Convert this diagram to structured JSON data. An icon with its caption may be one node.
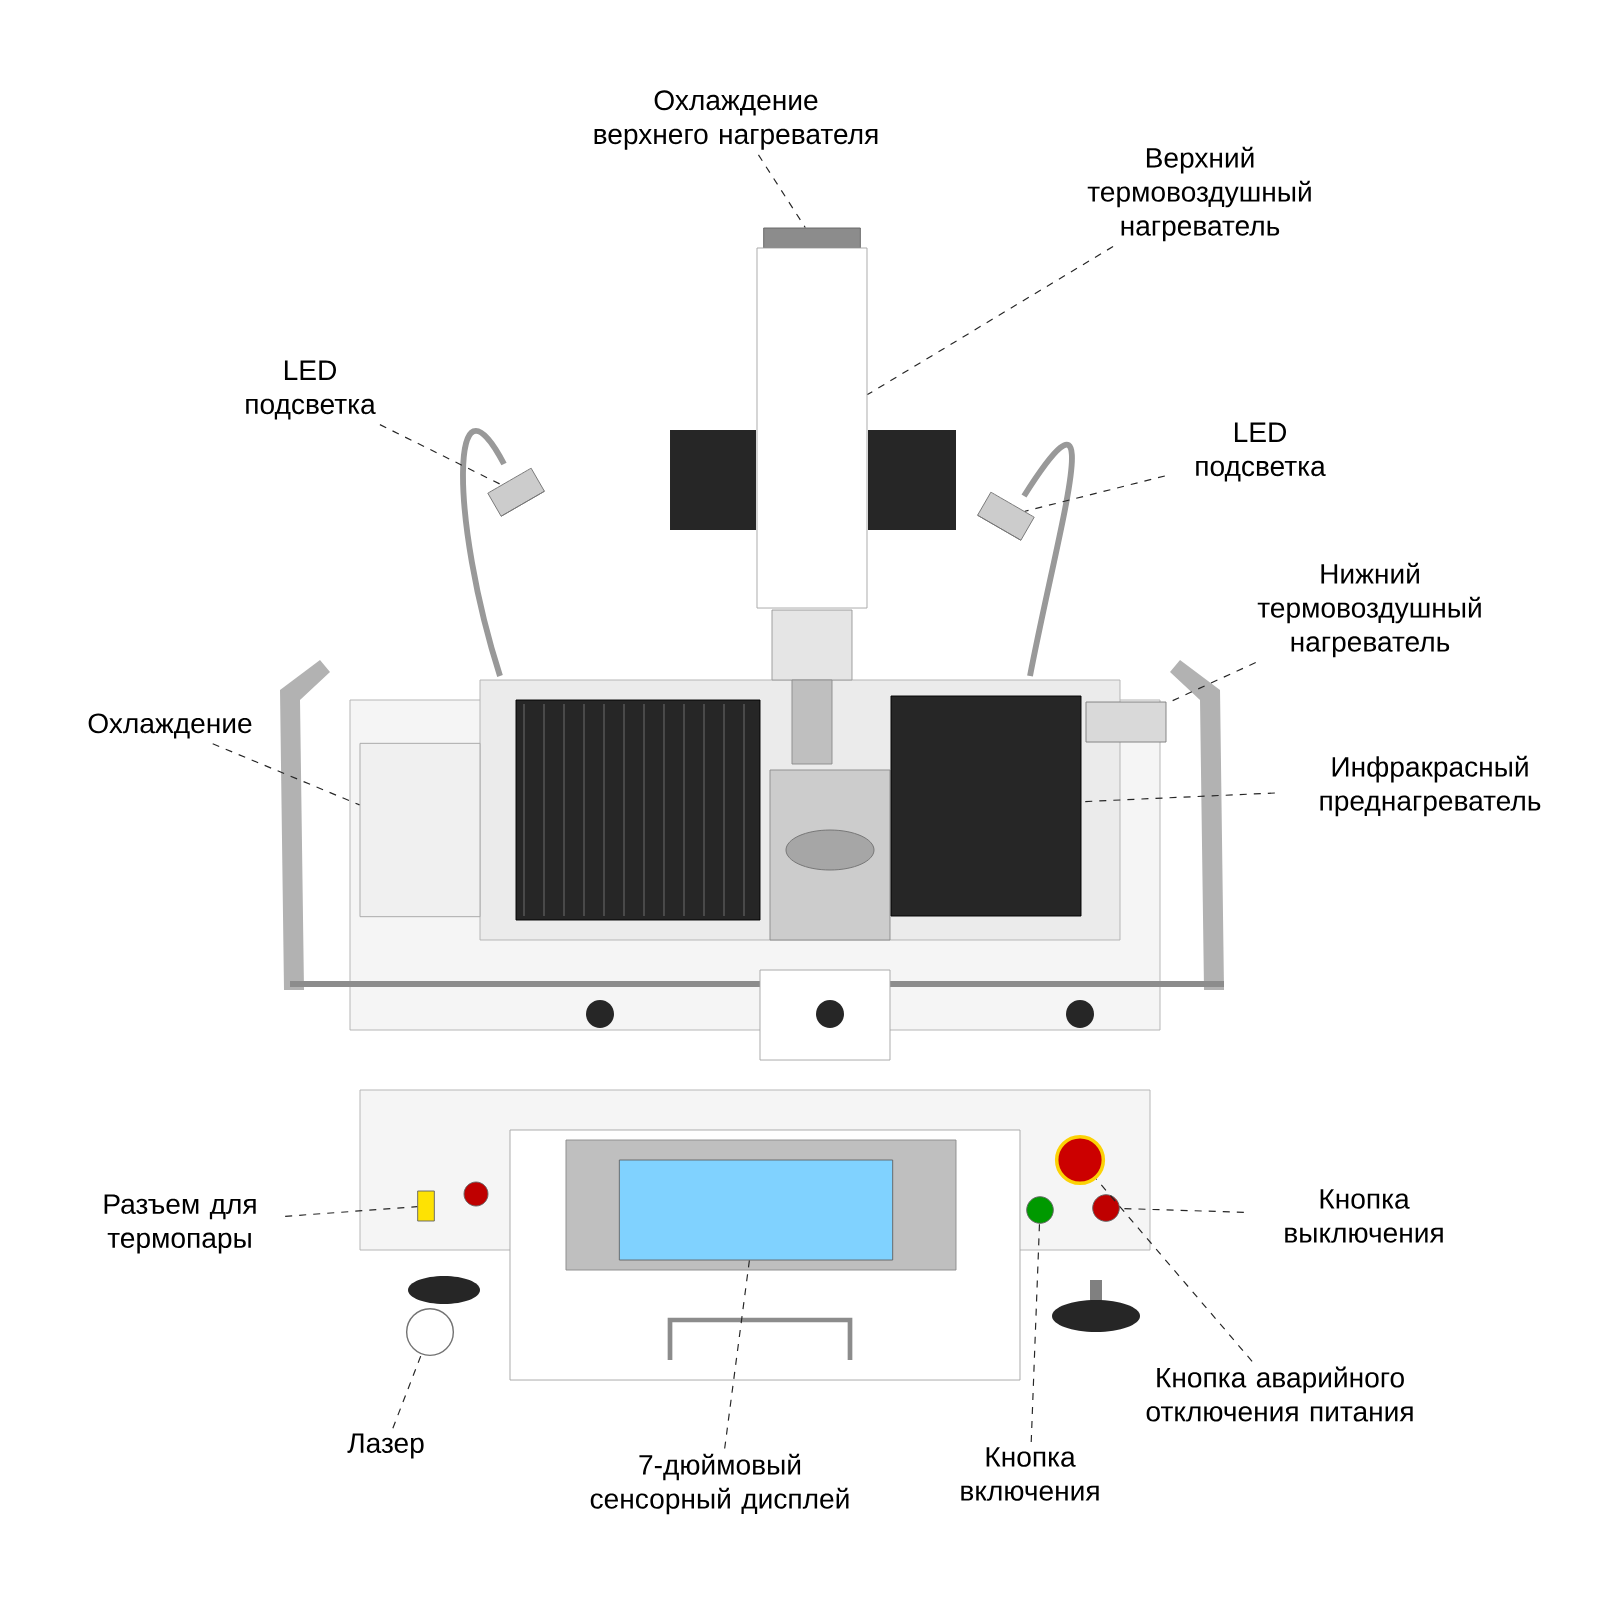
{
  "diagram": {
    "nodes": [
      {
        "text": [
          "Охлаждение верхнего нагревателя"
        ]
      },
      {
        "text": [],
        "shape": "box"
      },
      {
        "text": [
          "Верхний термовоздушный нагреватель"
        ]
      },
      {
        "text": [],
        "shape": "box"
      },
      {
        "text": [
          "LED подсветка"
        ]
      },
      {
        "text": [],
        "shape": "cylinder"
      },
      {
        "text": [
          "LED подсветка"
        ]
      },
      {
        "text": [],
        "shape": "cylinder"
      },
      {
        "text": [
          "Нижний термовоздушный нагреватель"
        ]
      },
      {
        "text": [],
        "shape": "box"
      },
      {
        "text": [
          "Охлаждение"
        ]
      },
      {
        "text": [],
        "shape": "box"
      },
      {
        "text": [
          "Инфракрасный преднагреватель"
        ]
      },
      {
        "text": [],
        "shape": "box"
      },
      {
        "text": [
          "Разъем для термопары"
        ]
      },
      {
        "text": [],
        "shape": "box"
      },
      {
        "text": [
          "Кнопка выключения"
        ]
      },
      {
        "text": [],
        "shape": "circle"
      },
      {
        "text": [
          "Кнопка аварийного отключения питания"
        ]
      },
      {
        "text": [],
        "shape": "circle"
      },
      {
        "text": [
          "Лазер"
        ]
      },
      {
        "text": [],
        "shape": "circle"
      },
      {
        "text": [
          "7-дюймовый сенсорный дисплей"
        ]
      },
      {
        "text": [],
        "shape": "box"
      },
      {
        "text": [
          "Кнопка включения"
        ]
      },
      {
        "text": [],
        "shape": "circle"
      },
      {
        "text": [],
        "shape": "circle"
      }
    ],
    "edges": [
      {
        "from": 0,
        "to": 1,
        "arrow": "none",
        "style": "dashed"
      },
      {
        "from": 2,
        "to": 3,
        "arrow": "none",
        "style": "dashed"
      },
      {
        "from": 4,
        "to": 5,
        "arrow": "none",
        "style": "dashed"
      },
      {
        "from": 6,
        "to": 7,
        "arrow": "none",
        "style": "dashed"
      },
      {
        "from": 8,
        "to": 9,
        "arrow": "none",
        "style": "dashed"
      },
      {
        "from": 10,
        "to": 11,
        "arrow": "none",
        "style": "dashed"
      },
      {
        "from": 12,
        "to": 13,
        "arrow": "none",
        "style": "dashed"
      },
      {
        "from": 14,
        "to": 15,
        "arrow": "none",
        "style": "dashed"
      },
      {
        "from": 16,
        "to": 17,
        "arrow": "none",
        "style": "dashed"
      },
      {
        "from": 18,
        "to": 19,
        "arrow": "none",
        "style": "dashed"
      },
      {
        "from": 20,
        "to": 21,
        "arrow": "none",
        "style": "dashed"
      },
      {
        "from": 22,
        "to": 23,
        "arrow": "none",
        "style": "dashed"
      },
      {
        "from": 24,
        "to": 25,
        "arrow": "none",
        "style": "dashed"
      }
    ]
  }
}
